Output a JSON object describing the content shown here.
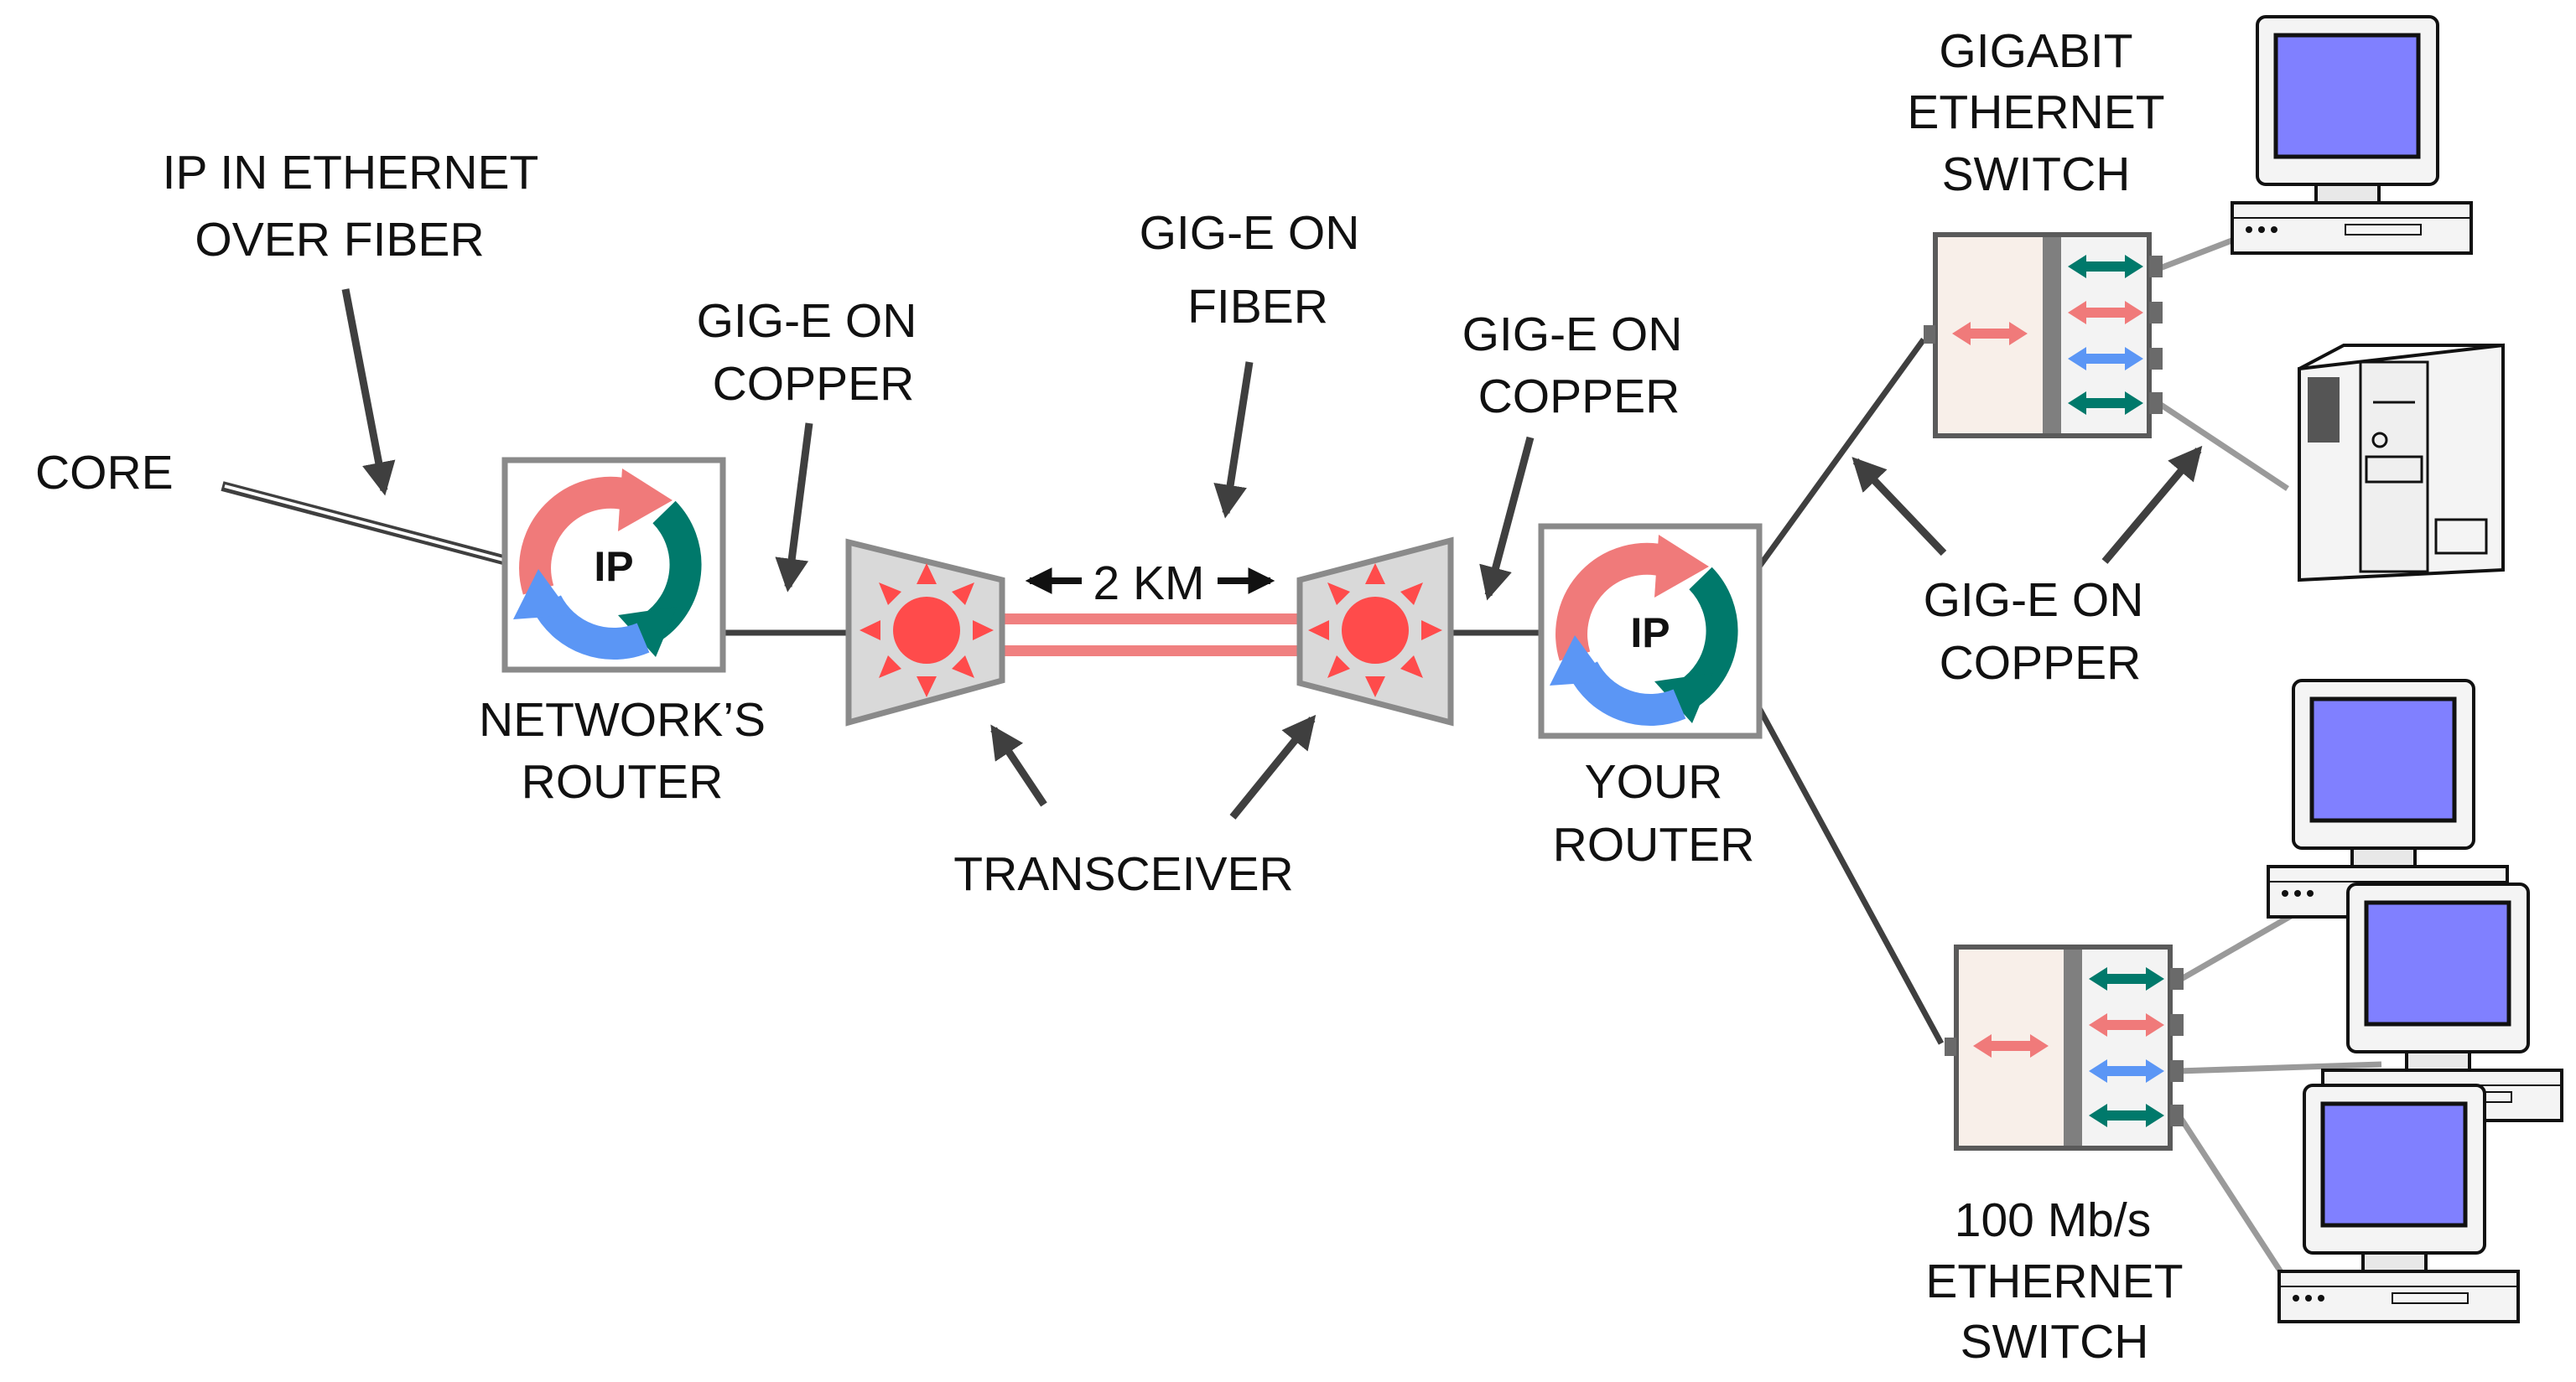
{
  "labels": {
    "core": "CORE",
    "ip_ethernet_1": "IP IN ETHERNET",
    "ip_ethernet_2": "OVER FIBER",
    "gige_copper_left_1": "GIG-E ON",
    "gige_copper_left_2": "COPPER",
    "gige_fiber_1": "GIG-E ON",
    "gige_fiber_2": "FIBER",
    "gige_copper_mid_1": "GIG-E ON",
    "gige_copper_mid_2": "COPPER",
    "gige_copper_right_1": "GIG-E ON",
    "gige_copper_right_2": "COPPER",
    "distance": "2 KM",
    "network_router_1": "NETWORK’S",
    "network_router_2": "ROUTER",
    "your_router_1": "YOUR",
    "your_router_2": "ROUTER",
    "transceiver": "TRANSCEIVER",
    "gigabit_switch_1": "GIGABIT",
    "gigabit_switch_2": "ETHERNET",
    "gigabit_switch_3": "SWITCH",
    "fast_switch_1": "100 Mb/s",
    "fast_switch_2": "ETHERNET",
    "fast_switch_3": "SWITCH",
    "router_badge": "IP"
  },
  "colors": {
    "line": "#3f3f3f",
    "box_border": "#8a8a8a",
    "transceiver_fill": "#d9d9d9",
    "fiber": "#f08080",
    "sun": "#ff4b4b",
    "arrow_red": "#f07a7a",
    "arrow_teal": "#00796b",
    "arrow_blue": "#5b96f5",
    "screen": "#8080ff"
  },
  "icons": [
    "ip-router-icon",
    "transceiver-icon",
    "ethernet-switch-icon",
    "desktop-computer-icon",
    "tower-server-icon"
  ]
}
